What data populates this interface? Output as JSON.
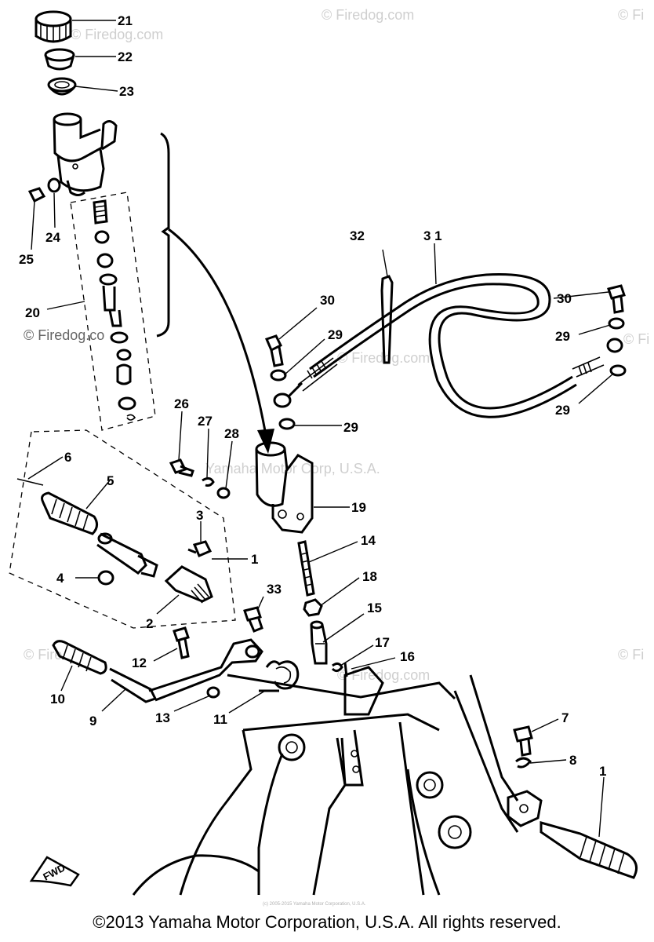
{
  "callouts": [
    {
      "id": "c21",
      "label": "21"
    },
    {
      "id": "c22",
      "label": "22"
    },
    {
      "id": "c23",
      "label": "23"
    },
    {
      "id": "c24",
      "label": "24"
    },
    {
      "id": "c25",
      "label": "25"
    },
    {
      "id": "c20",
      "label": "20"
    },
    {
      "id": "c32",
      "label": "32"
    },
    {
      "id": "c31",
      "label": "3 1"
    },
    {
      "id": "c30a",
      "label": "30"
    },
    {
      "id": "c30b",
      "label": "30"
    },
    {
      "id": "c29a",
      "label": "29"
    },
    {
      "id": "c29b",
      "label": "29"
    },
    {
      "id": "c29c",
      "label": "29"
    },
    {
      "id": "c29d",
      "label": "29"
    },
    {
      "id": "c26",
      "label": "26"
    },
    {
      "id": "c27",
      "label": "27"
    },
    {
      "id": "c28",
      "label": "28"
    },
    {
      "id": "c6",
      "label": "6"
    },
    {
      "id": "c5",
      "label": "5"
    },
    {
      "id": "c3",
      "label": "3"
    },
    {
      "id": "c1a",
      "label": "1"
    },
    {
      "id": "c4",
      "label": "4"
    },
    {
      "id": "c2",
      "label": "2"
    },
    {
      "id": "c19",
      "label": "19"
    },
    {
      "id": "c14",
      "label": "14"
    },
    {
      "id": "c18",
      "label": "18"
    },
    {
      "id": "c15",
      "label": "15"
    },
    {
      "id": "c33",
      "label": "33"
    },
    {
      "id": "c17",
      "label": "17"
    },
    {
      "id": "c16",
      "label": "16"
    },
    {
      "id": "c12",
      "label": "12"
    },
    {
      "id": "c10",
      "label": "10"
    },
    {
      "id": "c9",
      "label": "9"
    },
    {
      "id": "c13",
      "label": "13"
    },
    {
      "id": "c11",
      "label": "11"
    },
    {
      "id": "c7",
      "label": "7"
    },
    {
      "id": "c8",
      "label": "8"
    },
    {
      "id": "c1b",
      "label": "1"
    }
  ],
  "fwd_label": "FWD",
  "watermarks": {
    "firedog_com": "© Firedog.com",
    "firedog_short": "© Firedog.co",
    "firedog_left": "© Fire",
    "firedog_right": "© Fi",
    "yamaha_center": "Yamaha Motor Corp, U.S.A.",
    "small_print": "(c) 2005-2015 Yamaha Motor Corporation, U.S.A."
  },
  "copyright": "©2013 Yamaha Motor Corporation, U.S.A. All rights reserved."
}
